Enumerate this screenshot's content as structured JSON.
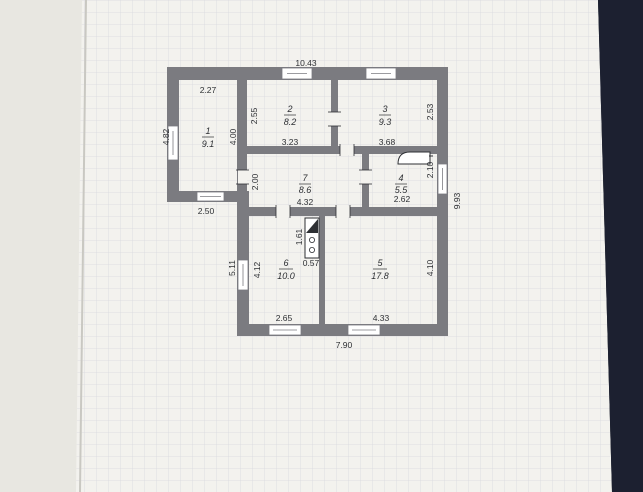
{
  "dims": {
    "top_total": "10.43",
    "bottom_total": "7.90",
    "right_total": "9.93",
    "left_total": "4.82",
    "room1_h": "4.00",
    "room1_top": "2.27",
    "room1_bottom": "2.50",
    "room2_h": "2.55",
    "room2_w": "3.23",
    "room3_h": "2.53",
    "room3_w": "3.68",
    "room4_h": "2.10",
    "room4_w": "2.62",
    "room7_h": "2.00",
    "room7_w": "4.32",
    "closet_h": "1.61",
    "closet_w": "0.57",
    "room6_h": "4.12",
    "room6_w": "2.65",
    "room5_h": "4.10",
    "room5_w": "4.33",
    "lower_left": "5.11"
  },
  "rooms": [
    {
      "num": "1",
      "area": "9.1"
    },
    {
      "num": "2",
      "area": "8.2"
    },
    {
      "num": "3",
      "area": "9.3"
    },
    {
      "num": "4",
      "area": "5.5"
    },
    {
      "num": "7",
      "area": "8.6"
    },
    {
      "num": "6",
      "area": "10.0"
    },
    {
      "num": "5",
      "area": "17.8"
    }
  ],
  "colors": {
    "wall": "#7b7b80",
    "paper": "#f3f2ee",
    "grid": "#d9d9de",
    "background": "#1a1d24"
  }
}
